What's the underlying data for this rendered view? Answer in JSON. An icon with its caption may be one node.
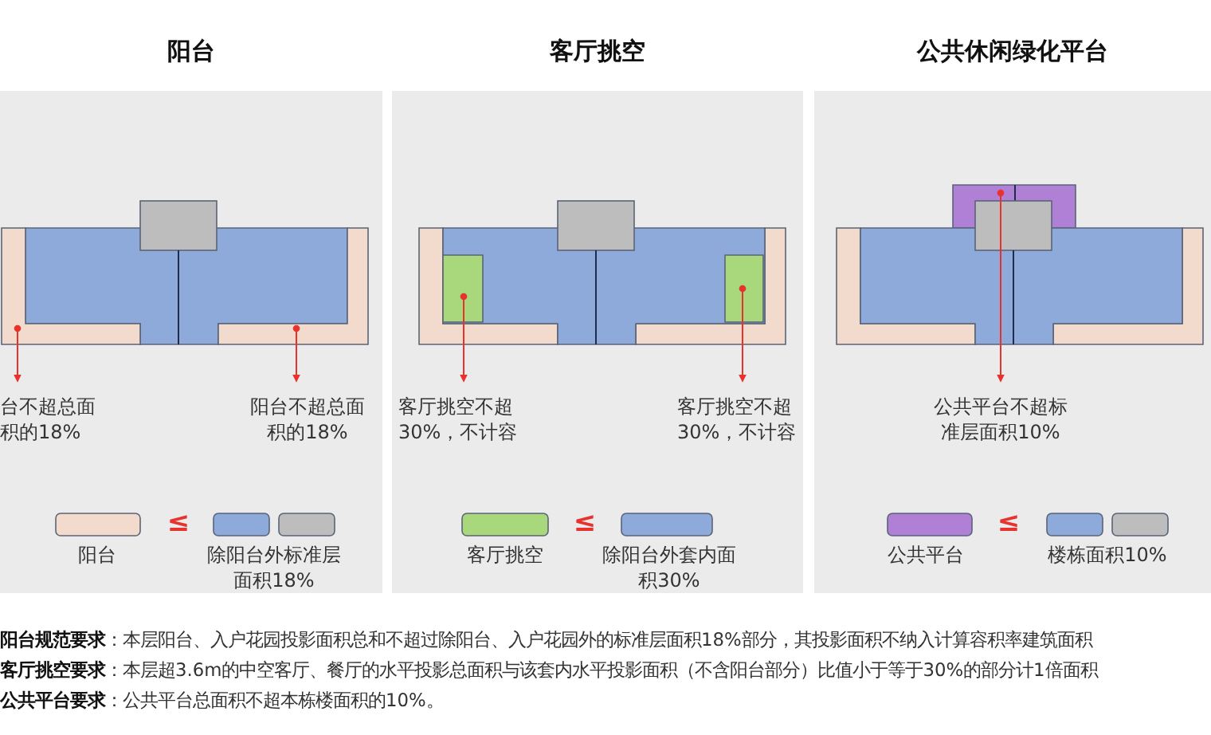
{
  "diagram": {
    "nodes": [
      {
        "text": [
          "阳台"
        ]
      },
      {
        "text": [],
        "shape": "box",
        "in": 0
      },
      {
        "text": [],
        "shape": "box",
        "in": 0
      },
      {
        "text": [
          "台不超总面积的18%"
        ],
        "in": 0
      },
      {
        "text": [
          "阳台不超总面积的18%"
        ],
        "in": 0
      },
      {
        "text": [
          "客厅挑空"
        ]
      },
      {
        "text": [],
        "shape": "box",
        "in": 5
      },
      {
        "text": [],
        "shape": "box",
        "in": 5
      },
      {
        "text": [
          "客厅挑空不超30%，不计容"
        ],
        "in": 5
      },
      {
        "text": [
          "客厅挑空不超30%，不计容"
        ],
        "in": 5
      },
      {
        "text": [
          "公共休闲绿化平台"
        ]
      },
      {
        "text": [],
        "shape": "box",
        "in": 10
      },
      {
        "text": [
          "公共平台不超标准层面积10%"
        ],
        "in": 10
      }
    ],
    "edges": [
      {
        "from": 1,
        "to": 3,
        "arrow": "to"
      },
      {
        "from": 2,
        "to": 4,
        "arrow": "to"
      },
      {
        "from": 6,
        "to": 8,
        "arrow": "to"
      },
      {
        "from": 7,
        "to": 9,
        "arrow": "to"
      },
      {
        "from": 11,
        "to": 12,
        "arrow": "to"
      }
    ],
    "labels": [
      "阳台",
      "≤",
      "除阳台外标准层面积18%",
      "客厅挑空",
      "≤",
      "除阳台外套内面积30%",
      "公共平台",
      "≤",
      "楼栋面积10%",
      "**阳台规范要求**：本层阳台、入户花园投影面积总和不超过除阳台、入户花园外的标准层面积18%部分，其投影面积不纳入计算容积率建筑面积",
      "**客厅挑空要求**：本层超3.6m的中空客厅、餐厅的水平投影总面积与该套内水平投影面积（不含阳台部分）比值小于等于30%的部分计1倍面积",
      "**公共平台要求**：公共平台总面积不超本栋楼面积的10%。"
    ]
  }
}
